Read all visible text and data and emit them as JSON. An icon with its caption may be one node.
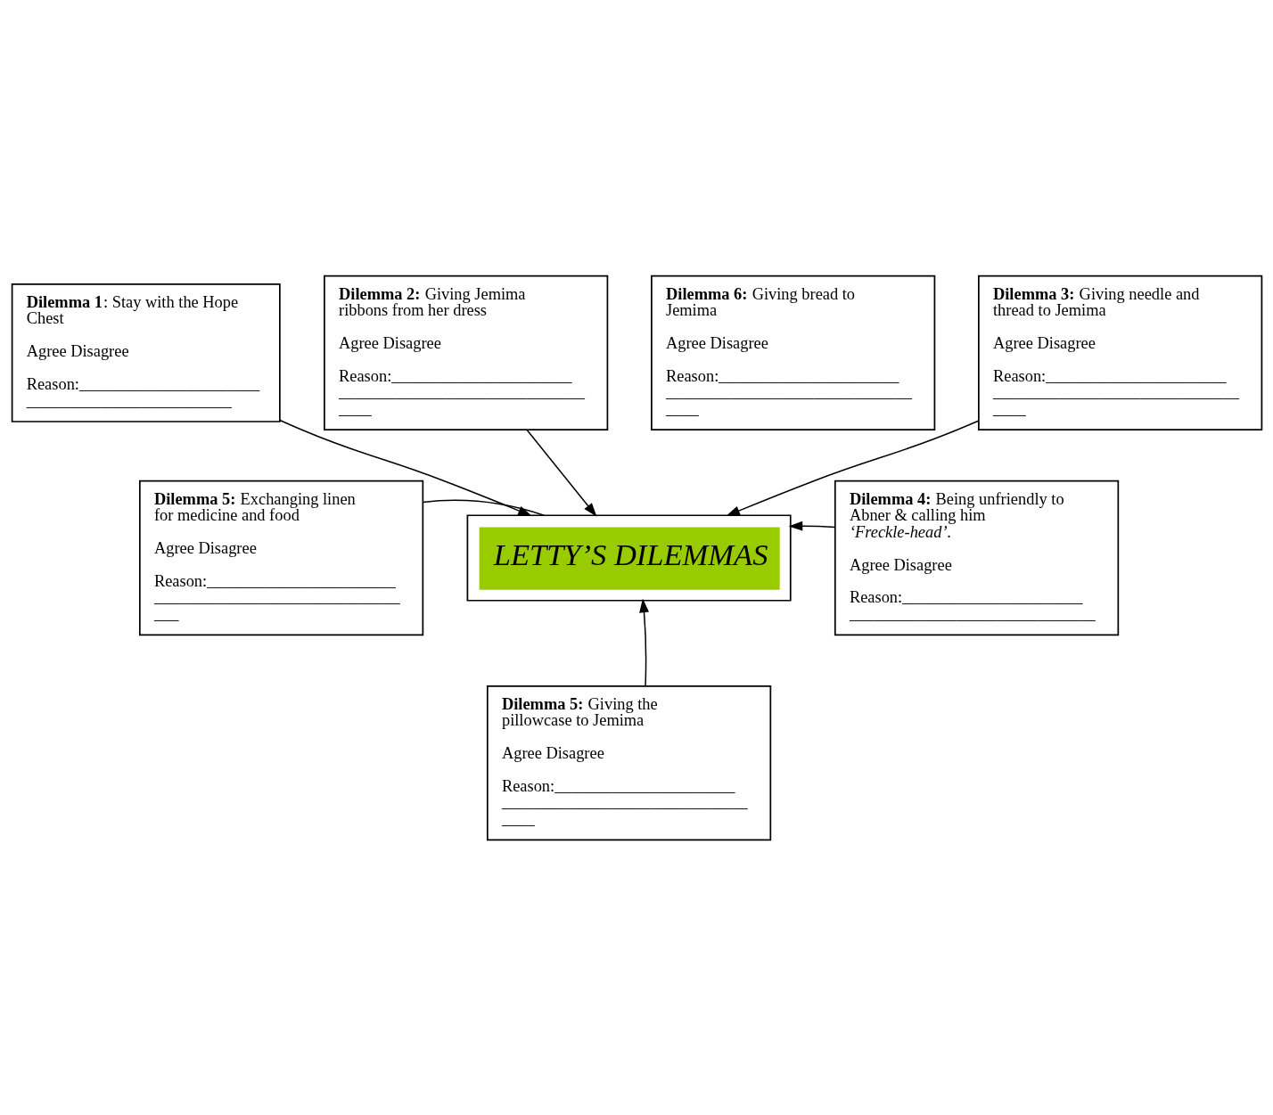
{
  "diagram": {
    "nodes": [
      {
        "text": [
          "**Dilemma 1**: Stay with the Hope Chest",
          "Agree  Disagree",
          "Reason:______________________ _________________________"
        ]
      },
      {
        "text": [
          "**Dilemma 2:** Giving Jemima ribbons from her dress",
          "Agree  Disagree",
          "Reason:______________________ ______________________________ ____"
        ]
      },
      {
        "text": [
          "**Dilemma 6:** Giving bread to Jemima",
          "Agree  Disagree",
          "Reason:______________________ ______________________________ ____"
        ]
      },
      {
        "text": [
          "**Dilemma 3:** Giving needle and thread to Jemima",
          "Agree  Disagree",
          "Reason:______________________ ______________________________ ____"
        ]
      },
      {
        "text": [
          "LETTY’S DILEMMAS"
        ]
      },
      {
        "text": [
          "**Dilemma 5:** Exchanging linen for medicine and food",
          "Agree  Disagree",
          "Reason:_______________________ ______________________________ ___"
        ]
      },
      {
        "text": [
          "**Dilemma 4:** Being unfriendly to Abner & calling him *‘Freckle-head’*.",
          "Agree  Disagree",
          "Reason:______________________ ______________________________"
        ]
      },
      {
        "text": [
          "**Dilemma 5:** Giving the pillowcase to Jemima",
          "Agree  Disagree",
          "Reason:______________________ ______________________________ ____"
        ]
      }
    ],
    "edges": [
      {
        "from": 0,
        "to": 4,
        "arrow": "to"
      },
      {
        "from": 1,
        "to": 4,
        "arrow": "to"
      },
      {
        "from": 3,
        "to": 4,
        "arrow": "to"
      },
      {
        "from": 5,
        "to": 4,
        "arrow": "none"
      },
      {
        "from": 6,
        "to": 4,
        "arrow": "to"
      },
      {
        "from": 7,
        "to": 4,
        "arrow": "to"
      }
    ]
  }
}
